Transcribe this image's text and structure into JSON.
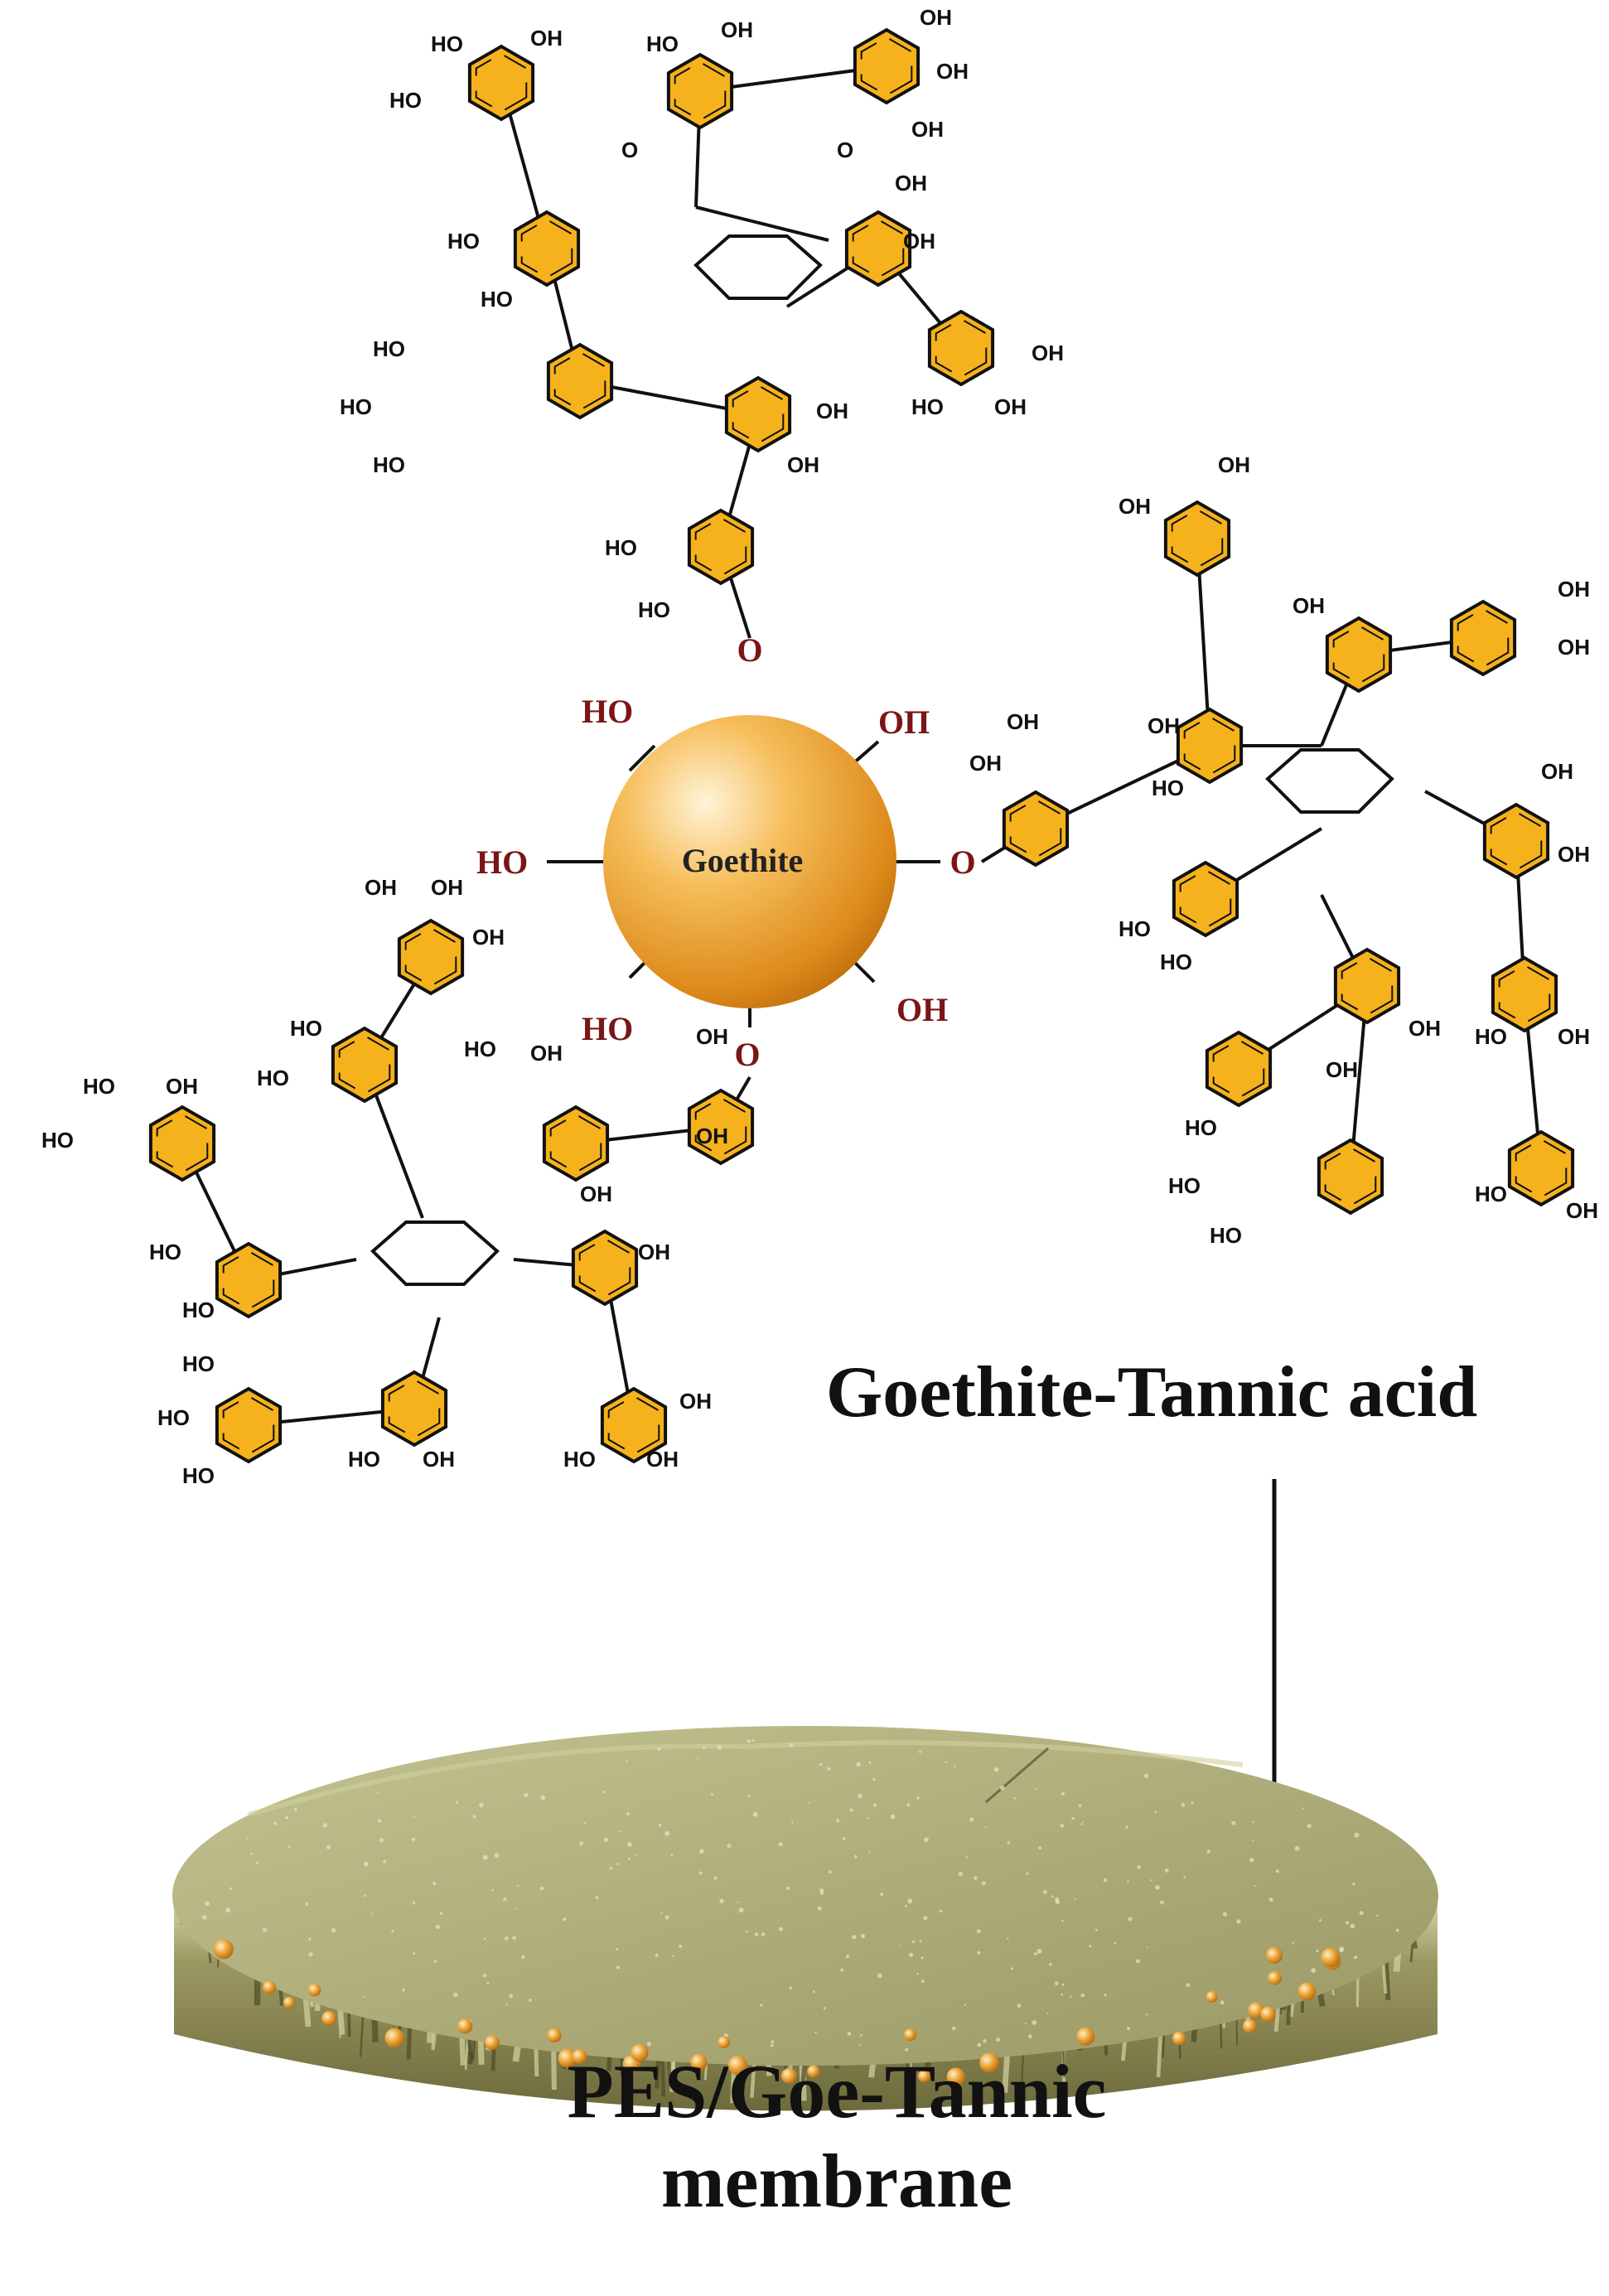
{
  "core": {
    "label": "Goethite",
    "color": "#f0a830"
  },
  "surface_groups": {
    "hydroxyl_top_left": "HO",
    "hydroxyl_top_right": "OП",
    "hydroxyl_left": "НО",
    "hydroxyl_bottom_left": "HO",
    "hydroxyl_bottom_right": "OH",
    "ester_link_top": "O",
    "ester_link_right": "O",
    "ester_link_bottom": "O"
  },
  "molecule_text": {
    "hydroxyl": "HO",
    "hydroxyl_alt": "OH",
    "oxygen": "O"
  },
  "ring_fill": "#f5b21c",
  "composite_label": "Goethite-Tannic acid",
  "membrane_label_line1": "PES/Goe-Tannic",
  "membrane_label_line2": "membrane",
  "membrane_colors": {
    "top": "#b4b37f",
    "side": "#8d8a56",
    "particle": "#e8a33a"
  }
}
